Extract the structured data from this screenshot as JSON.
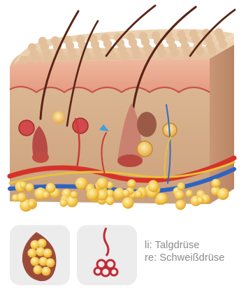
{
  "illustration": {
    "subject": "skin-cross-section",
    "colors": {
      "surface_top": "#e9cfae",
      "epidermis": "#e8a98e",
      "dermis": "#d6b089",
      "artery": "#d6322a",
      "vein": "#2f63c2",
      "nerve": "#e8c23a",
      "fat": "#f2c24a",
      "hair": "#5a2414"
    }
  },
  "thumbnails": [
    {
      "icon": "sebaceous-gland-icon"
    },
    {
      "icon": "sweat-gland-icon"
    }
  ],
  "captions": {
    "left": "li: Talgdrüse",
    "right": "re: Schweißdrüse"
  }
}
